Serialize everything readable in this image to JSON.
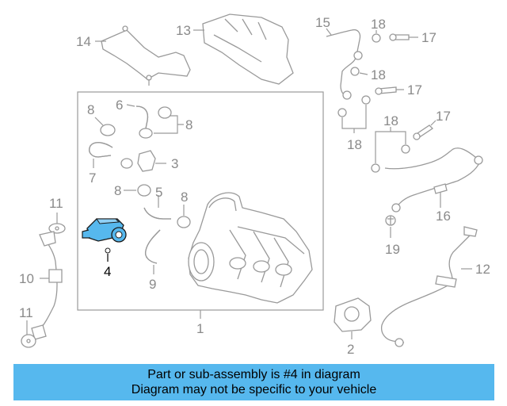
{
  "caption": {
    "line1": "Part or sub-assembly is #4 in diagram",
    "line2": "Diagram may not be specific to your vehicle"
  },
  "highlight_color": "#56b8ee",
  "callouts": {
    "c14": "14",
    "c13": "13",
    "c15": "15",
    "c18a": "18",
    "c17a": "17",
    "c18b": "18",
    "c17b": "17",
    "c18c": "18",
    "c18d": "18",
    "c17c": "17",
    "c8a": "8",
    "c6": "6",
    "c8b": "8",
    "c7": "7",
    "c3": "3",
    "c8c": "8",
    "c5": "5",
    "c8d": "8",
    "c4": "4",
    "c9": "9",
    "c11a": "11",
    "c10": "10",
    "c11b": "11",
    "c1": "1",
    "c2": "2",
    "c16": "16",
    "c19": "19",
    "c12": "12"
  }
}
